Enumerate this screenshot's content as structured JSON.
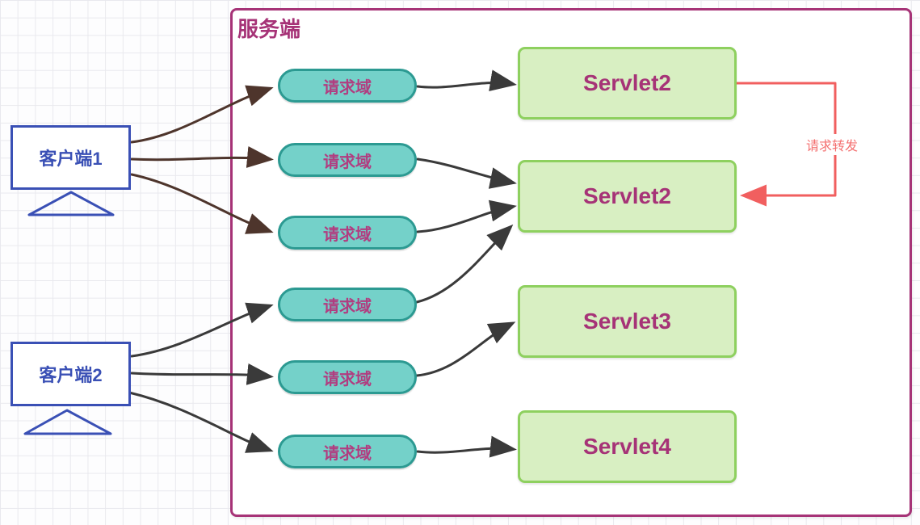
{
  "colors": {
    "grid_line": "#e9e9ee",
    "server_border": "#a63377",
    "server_title": "#a63377",
    "client_border": "#3a50b5",
    "client_text": "#3a50b5",
    "pill_fill": "#74d1c9",
    "pill_border": "#2c9a92",
    "pill_text": "#b13d80",
    "servlet_fill": "#d8efc2",
    "servlet_border": "#8ed05f",
    "servlet_text": "#a63377",
    "arrow_dark": "#3a3a3a",
    "arrow_brown": "#4e352c",
    "arrow_red": "#f15f5f",
    "arrow_red_label": "#f47070"
  },
  "server": {
    "title": "服务端"
  },
  "clients": [
    {
      "label": "客户端1"
    },
    {
      "label": "客户端2"
    }
  ],
  "pills": [
    {
      "label": "请求域"
    },
    {
      "label": "请求域"
    },
    {
      "label": "请求域"
    },
    {
      "label": "请求域"
    },
    {
      "label": "请求域"
    },
    {
      "label": "请求域"
    }
  ],
  "servlets": [
    {
      "label": "Servlet2"
    },
    {
      "label": "Servlet2"
    },
    {
      "label": "Servlet3"
    },
    {
      "label": "Servlet4"
    }
  ],
  "forward": {
    "label": "请求转发"
  }
}
